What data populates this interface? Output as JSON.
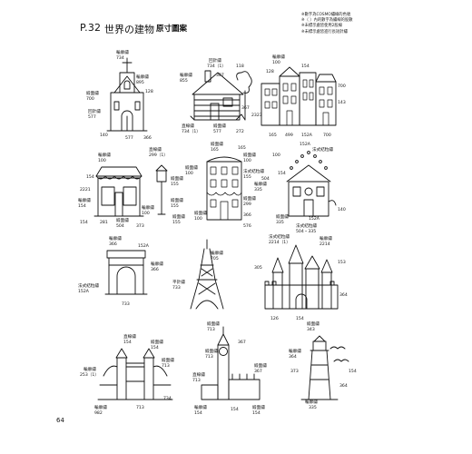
{
  "header": {
    "page_label": "P.32",
    "title": "世界の建物",
    "subtitle": "原寸圖案"
  },
  "legend": [
    "※數字為COSMO繡線的色號",
    "※（ ）內的數字為繡線的股數",
    "※未標示處皆使用2股線",
    "※未標示處皆進行長短針繡"
  ],
  "page_number": "64",
  "labels": {
    "church": [
      "輪廓繡",
      "734",
      "輪廓繡",
      "895",
      "緞面繡",
      "700",
      "128",
      "回針繡",
      "577",
      "140",
      "577",
      "366"
    ],
    "cottage": [
      "回針繡",
      "734（1）",
      "118",
      "輪廓繡",
      "307",
      "855",
      "367",
      "2323",
      "直線繡",
      "734（1）",
      "緞面繡",
      "577",
      "272"
    ],
    "row": [
      "輪廓繡",
      "100",
      "128",
      "154",
      "700",
      "143",
      "165",
      "499",
      "152A",
      "700"
    ],
    "shop": [
      "輪廓繡",
      "100",
      "154",
      "2221",
      "輪廓繡",
      "154",
      "154",
      "281",
      "緞面繡",
      "504",
      "373",
      "輪廓繡",
      "100"
    ],
    "lamp": [
      "直線繡",
      "299（1）",
      "緞面繡",
      "155",
      "緞面繡",
      "155",
      "緞面繡",
      "155"
    ],
    "hotel": [
      "緞面繡",
      "165",
      "165",
      "緞面繡",
      "100",
      "緞面繡",
      "100",
      "法式結粒繡",
      "155",
      "輪廓繡",
      "335",
      "504",
      "緞面繡",
      "299",
      "緞面繡",
      "100",
      "366",
      "576"
    ],
    "house": [
      "152A",
      "法式結粒繡",
      "100",
      "154",
      "140",
      "緞面繡",
      "335",
      "152A",
      "法式結粒繡",
      "504・335"
    ],
    "arch": [
      "輪廓繡",
      "366",
      "152A",
      "輪廓繡",
      "366",
      "法式結粒繡",
      "152A",
      "733"
    ],
    "eiffel": [
      "輪廓繡",
      "705",
      "平針繡",
      "733"
    ],
    "castle": [
      "法式結粒繡",
      "2214（1）",
      "輪廓繡",
      "2214",
      "305",
      "153",
      "364",
      "126",
      "154"
    ],
    "bridge": [
      "直線繡",
      "154",
      "緞面繡",
      "154",
      "輪廓繡",
      "253（1）",
      "緞面繡",
      "713",
      "輪廓繡",
      "982",
      "713",
      "734"
    ],
    "bigben": [
      "緞面繡",
      "713",
      "緞面繡",
      "713",
      "367",
      "直線繡",
      "713",
      "緞面繡",
      "367",
      "輪廓繡",
      "154",
      "154",
      "緞面繡",
      "154"
    ],
    "lighthouse": [
      "緞面繡",
      "343",
      "輪廓繡",
      "364",
      "373",
      "154",
      "364",
      "335",
      "輪廓繡"
    ]
  }
}
